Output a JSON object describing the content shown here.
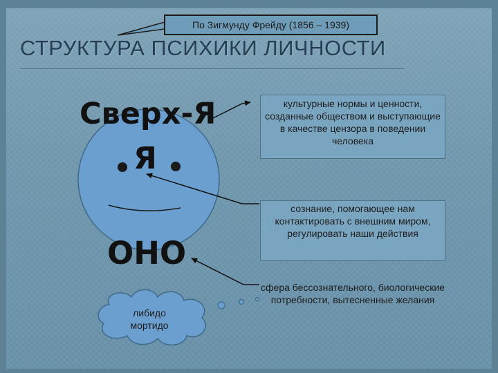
{
  "slide": {
    "credit": "По Зигмунду Фрейду (1856 – 1939)",
    "title": "СТРУКТУРА ПСИХИКИ ЛИЧНОСТИ"
  },
  "structure": {
    "superego": "Сверх-Я",
    "ego": "Я",
    "id": "ОНО",
    "drives": [
      "либидо",
      "мортидо"
    ]
  },
  "descriptions": {
    "superego": "культурные нормы и ценности, созданные обществом и выступающие в качестве цензора в поведении человека",
    "ego": "сознание, помогающее нам контактировать с внешним миром, регулировать наши действия",
    "id": "сфера бессознательного, биологические потребности, вытесненные желания"
  },
  "colors": {
    "background": "#7399ae",
    "circle_fill": "#6a9fcf",
    "box_fill": "#7aa5c0",
    "text": "#1d1d1d"
  }
}
